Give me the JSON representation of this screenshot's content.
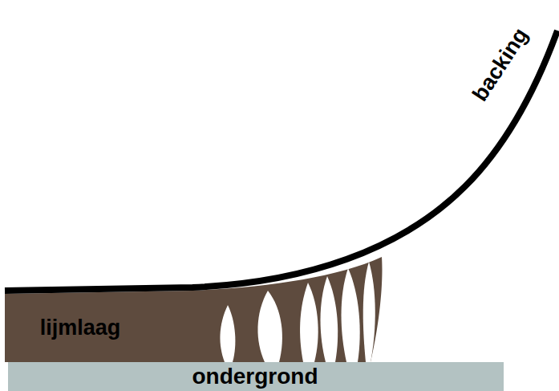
{
  "diagram": {
    "labels": [
      "backing",
      "lijmlaag",
      "ondergrond"
    ]
  }
}
